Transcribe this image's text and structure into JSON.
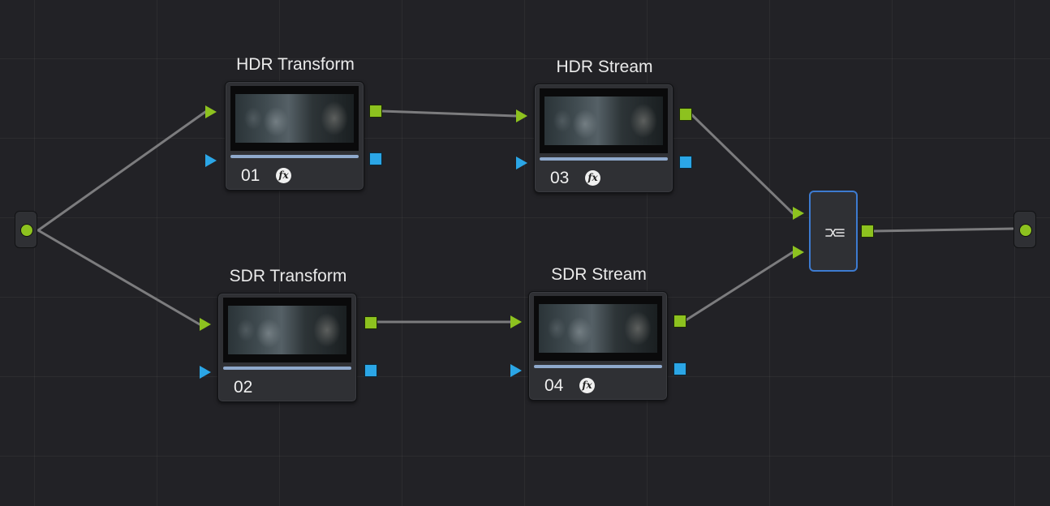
{
  "nodes": [
    {
      "id": "hdr-transform",
      "title": "HDR Transform",
      "number": "01",
      "has_fx": true
    },
    {
      "id": "sdr-transform",
      "title": "SDR Transform",
      "number": "02",
      "has_fx": false
    },
    {
      "id": "hdr-stream",
      "title": "HDR Stream",
      "number": "03",
      "has_fx": true
    },
    {
      "id": "sdr-stream",
      "title": "SDR Stream",
      "number": "04",
      "has_fx": true
    }
  ],
  "fx_label": "fx",
  "mixer": {
    "icon": "layer-mixer-icon"
  },
  "colors": {
    "rgb_port": "#8dc21f",
    "alpha_port": "#2ba6e6",
    "link": "#7c7c7e",
    "selected_border": "#3d7bd0",
    "background": "#222226"
  }
}
